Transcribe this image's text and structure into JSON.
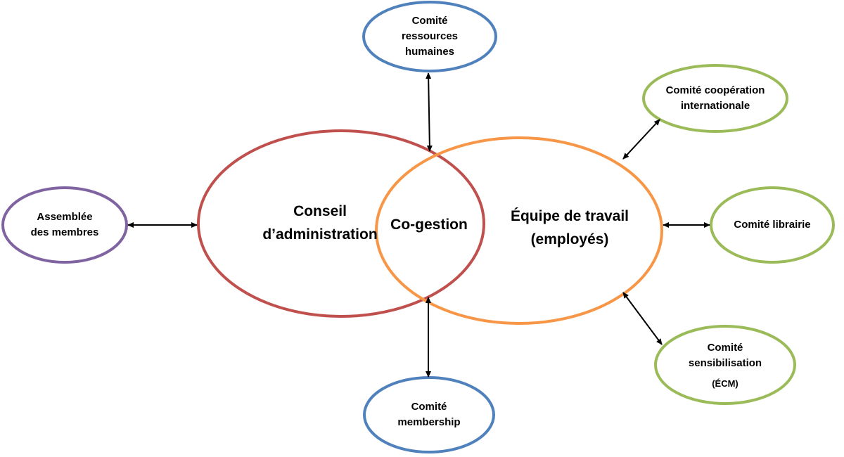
{
  "colors": {
    "purple": "#8064A2",
    "red": "#C0504D",
    "orange": "#F79646",
    "blue": "#4F81BD",
    "green": "#9BBB59",
    "arrow": "#000000"
  },
  "nodes": {
    "assemblee": "Assemblée\ndes membres",
    "conseil": "Conseil\nd’administration",
    "cogestion": "Co-gestion",
    "equipe": "Équipe de travail\n(employés)",
    "rh": "Comité\nressources\nhumaines",
    "cooperation": "Comité coopération\ninternationale",
    "librairie": "Comité librairie",
    "sensibilisation": "Comité\nsensibilisation",
    "sensibilisation_sub": "(ÉCM)",
    "membership": "Comité\nmembership"
  }
}
